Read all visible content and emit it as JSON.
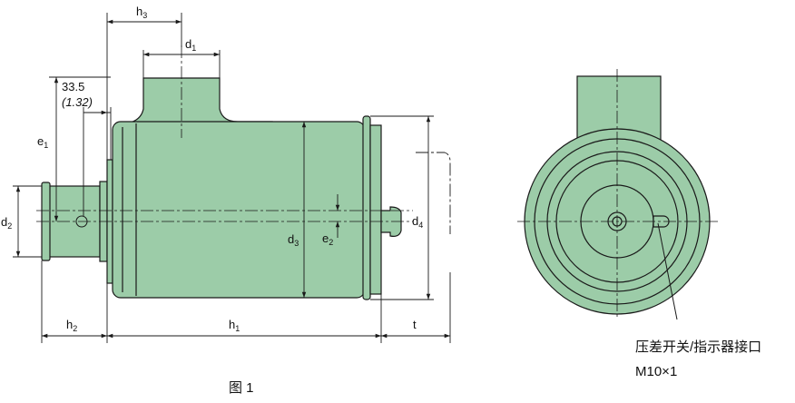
{
  "colors": {
    "body_fill": "#9ccca8",
    "stroke": "#1a1a1a",
    "background": "#ffffff"
  },
  "labels": {
    "h3": {
      "main": "h",
      "sub": "3"
    },
    "d1": {
      "main": "d",
      "sub": "1"
    },
    "d2": {
      "main": "d",
      "sub": "2"
    },
    "d3": {
      "main": "d",
      "sub": "3"
    },
    "d4": {
      "main": "d",
      "sub": "4"
    },
    "e1": {
      "main": "e",
      "sub": "1"
    },
    "e2": {
      "main": "e",
      "sub": "2"
    },
    "h1": {
      "main": "h",
      "sub": "1"
    },
    "h2": {
      "main": "h",
      "sub": "2"
    },
    "t": "t",
    "dim_mm": "33.5",
    "dim_in": "(1.32)"
  },
  "port_label": "压差开关/指示器接口",
  "port_thread": "M10×1",
  "caption": "图 1"
}
